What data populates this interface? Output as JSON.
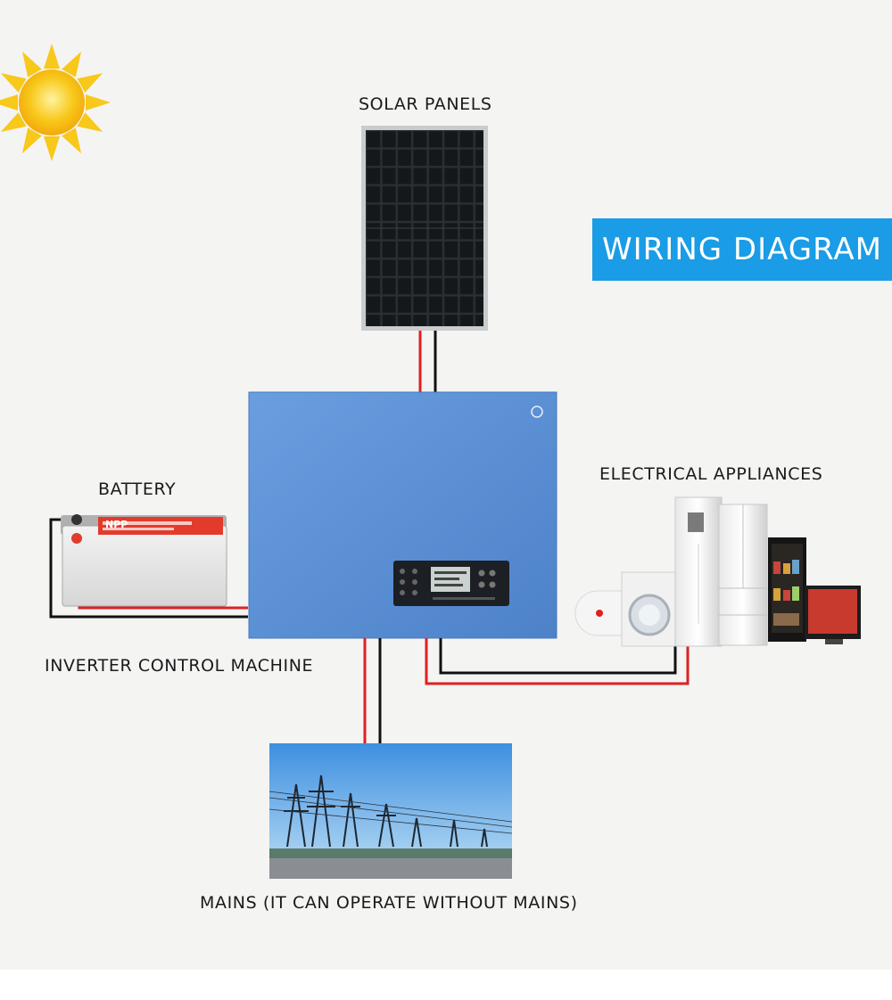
{
  "title": "WIRING DIAGRAM",
  "labels": {
    "solar_panels": "SOLAR PANELS",
    "battery": "BATTERY",
    "electrical_appliances": "ELECTRICAL APPLIANCES",
    "inverter": "INVERTER CONTROL MACHINE",
    "mains": "MAINS (IT CAN OPERATE WITHOUT MAINS)"
  },
  "battery_brand": "NPP",
  "colors": {
    "title_bg": "#1a9ce6",
    "inverter_body": "#5b8fd3",
    "wire_positive": "#e02020",
    "wire_negative": "#111111",
    "sun": "#f8c81a"
  }
}
